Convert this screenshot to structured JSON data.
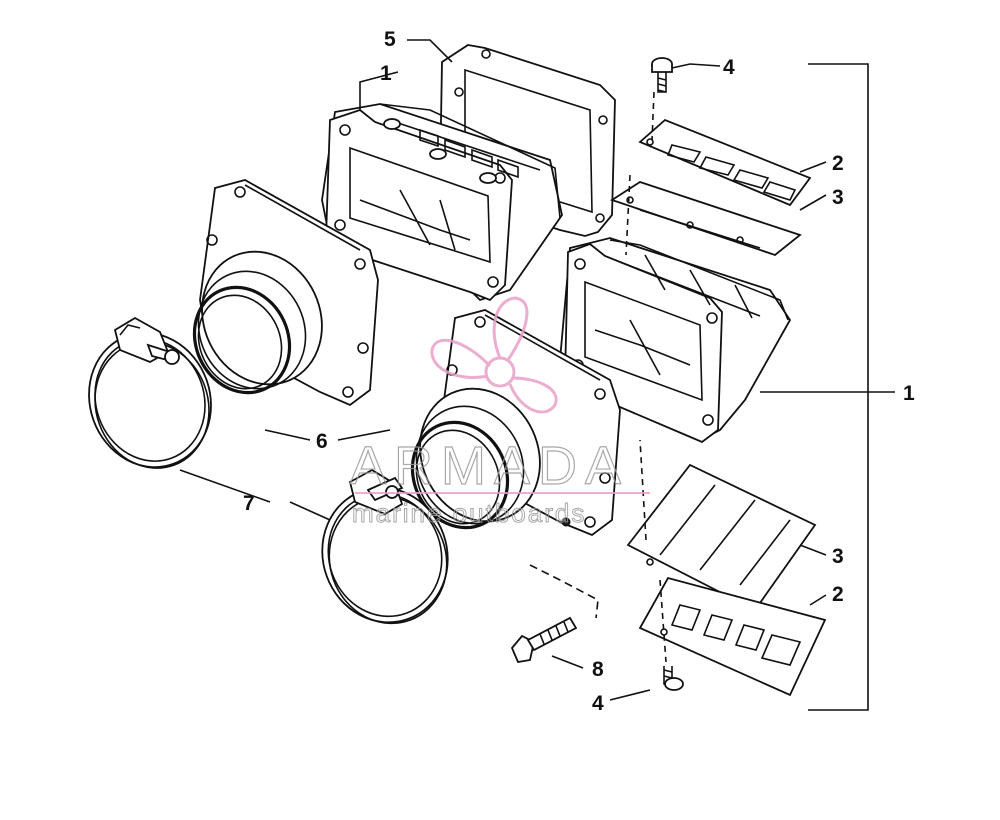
{
  "diagram": {
    "callouts": {
      "c1a": "1",
      "c1b": "1",
      "c2a": "2",
      "c2b": "2",
      "c3a": "3",
      "c3b": "3",
      "c4a": "4",
      "c4b": "4",
      "c5": "5",
      "c6": "6",
      "c7": "7",
      "c8": "8"
    }
  },
  "watermark": {
    "brand": "ARMADA",
    "tagline": "marine outboards",
    "accent_color": "#e8a0c8"
  }
}
